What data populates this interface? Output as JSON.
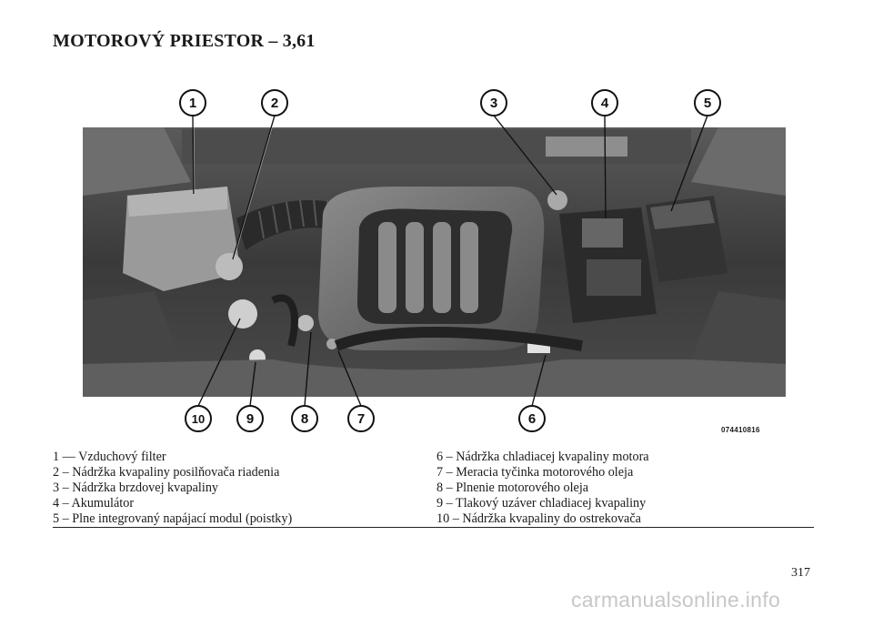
{
  "title": "MOTOROVÝ PRIESTOR – 3,61",
  "figure": {
    "code": "074410816",
    "callouts": [
      "1",
      "2",
      "3",
      "4",
      "5",
      "6",
      "7",
      "8",
      "9",
      "10"
    ]
  },
  "legend": {
    "left": [
      "1 — Vzduchový filter",
      "2 – Nádržka kvapaliny posilňovača riadenia",
      "3 – Nádržka brzdovej kvapaliny",
      "4 – Akumulátor",
      "5 – Plne integrovaný napájací modul (poistky)"
    ],
    "right": [
      "6 – Nádržka chladiacej kvapaliny motora",
      "7 – Meracia tyčinka motorového oleja",
      "8 – Plnenie motorového oleja",
      "9 – Tlakový uzáver chladiacej kvapaliny",
      "10 – Nádržka kvapaliny do ostrekovača"
    ]
  },
  "page_number": "317",
  "watermark": "carmanualsonline.info"
}
